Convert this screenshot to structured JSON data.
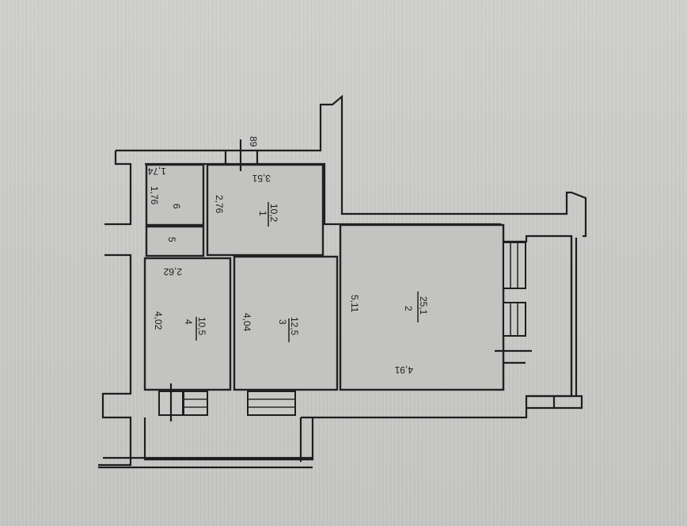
{
  "plan": {
    "orientation": "rotated 90° clockwise",
    "colors": {
      "paper": "#c9c9c7",
      "ink": "#1e1e1e"
    },
    "rooms": [
      {
        "id": "1",
        "number": "1",
        "area": "10,2",
        "width_label": "3,51",
        "height_label": "2,76"
      },
      {
        "id": "2",
        "number": "2",
        "area": "25,1",
        "width_label": "4,91",
        "height_label": "5,11"
      },
      {
        "id": "3",
        "number": "3",
        "area": "12,5",
        "height_label": "4,04"
      },
      {
        "id": "4",
        "number": "4",
        "area": "10,5",
        "width_label": "2,62",
        "height_label": "4,02"
      },
      {
        "id": "5",
        "number": "5"
      },
      {
        "id": "6",
        "number": "6",
        "width_label": "1,74",
        "height_label": "1,76"
      }
    ],
    "door_label": "89"
  }
}
